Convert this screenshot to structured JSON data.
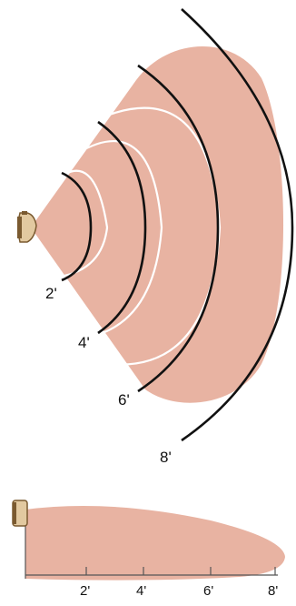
{
  "colors": {
    "beam_fill": "#E8B3A2",
    "arc_inner": "#FFFFFF",
    "arc_outer": "#111111",
    "sensor_body": "#E2C9A0",
    "sensor_edge": "#7A5A30"
  },
  "icons": {
    "top_sensor": "sensor-icon",
    "side_sensor": "sensor-icon"
  },
  "top_view": {
    "ranges": [
      {
        "label": "2'"
      },
      {
        "label": "4'"
      },
      {
        "label": "6'"
      },
      {
        "label": "8'"
      }
    ]
  },
  "side_view": {
    "ticks": [
      "2'",
      "4'",
      "6'",
      "8'"
    ]
  }
}
